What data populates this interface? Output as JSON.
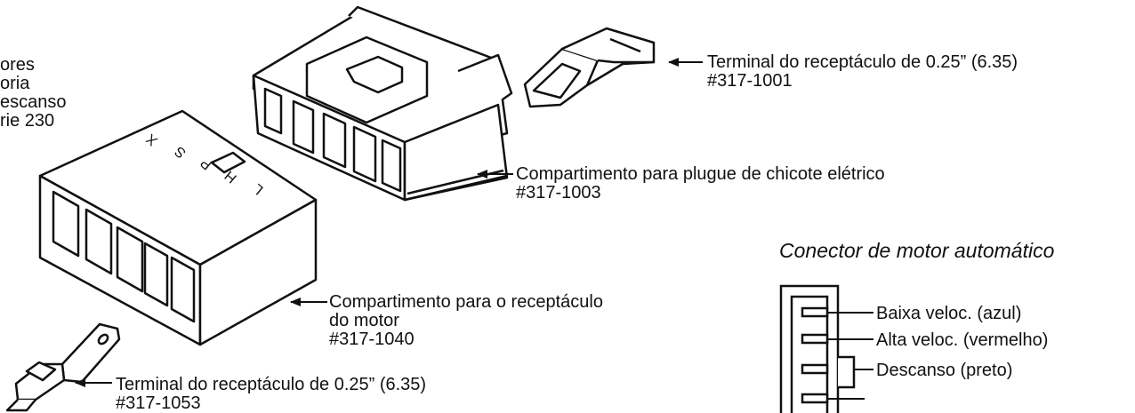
{
  "labels": {
    "left_cut": [
      "ores",
      "oria",
      "escanso",
      "rie 230"
    ],
    "harness_terminal": [
      "Terminal do receptáculo de 0.25” (6.35)",
      "#317-1001"
    ],
    "harness_plug_housing": [
      "Compartimento para plugue de chicote elétrico",
      "#317-1003"
    ],
    "motor_receptacle_housing": [
      "Compartimento para o receptáculo",
      "do motor",
      "#317-1040"
    ],
    "motor_terminal": [
      "Terminal do receptáculo de 0.25” (6.35)",
      "#317-1053"
    ]
  },
  "housing_letters": [
    "X",
    "S",
    "P",
    "H",
    "L"
  ],
  "auto_connector": {
    "title": "Conector de motor automático",
    "wires": [
      "Baixa veloc. (azul)",
      "Alta veloc. (vermelho)",
      "Descanso (preto)"
    ]
  }
}
